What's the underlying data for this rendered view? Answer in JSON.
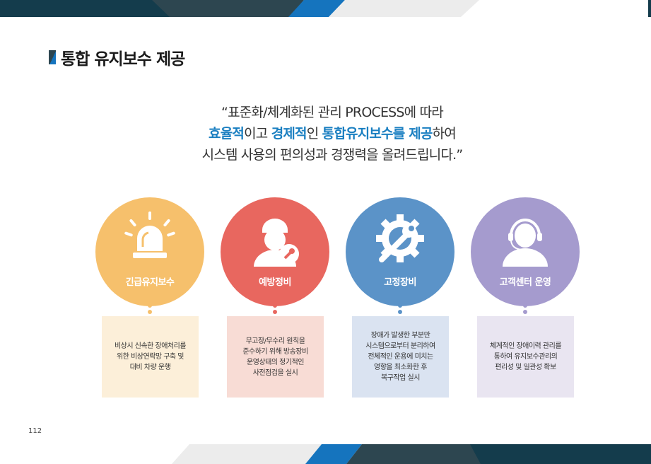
{
  "page": {
    "title": "통합 유지보수 제공",
    "page_number": "112"
  },
  "quote": {
    "line1": "“표준화/체계화된 관리 PROCESS에 따라",
    "line2": [
      {
        "t": "효율적",
        "hl": true
      },
      {
        "t": "이고 ",
        "hl": false
      },
      {
        "t": "경제적",
        "hl": true
      },
      {
        "t": "인 ",
        "hl": false
      },
      {
        "t": "통합유지보수를 제공",
        "hl": true
      },
      {
        "t": "하여",
        "hl": false
      }
    ],
    "line3": "시스템 사용의 편의성과 경쟁력을 올려드립니다.”"
  },
  "services": [
    {
      "label": "긴급유지보수",
      "icon": "siren-icon",
      "color": "#f6c06c",
      "box_color": "#fcefd9",
      "desc": "비상시 신속한 장애처리를\n위한 비상연락망 구축 및\n대비 차량 운행"
    },
    {
      "label": "예방정비",
      "icon": "mechanic-icon",
      "color": "#e8675f",
      "box_color": "#f8dcd5",
      "desc": "무고장/무수리 원칙을\n준수하기 위해 방송장비\n운영상태의 정기적인\n사전점검을 실시"
    },
    {
      "label": "고정장비",
      "icon": "gear-wrench-icon",
      "color": "#5b93c8",
      "box_color": "#dae3f1",
      "desc": "장애가 발생한 부분만\n시스템으로부터 분리하여\n전체적인 운용에 미치는\n영향을 최소화한 후\n복구작업 실시"
    },
    {
      "label": "고객센터 운영",
      "icon": "headset-icon",
      "color": "#a59bce",
      "box_color": "#e9e5f1",
      "desc": "체계적인 장애이력 관리를\n통하여 유지보수관리의\n편리성 및 일관성 확보"
    }
  ]
}
